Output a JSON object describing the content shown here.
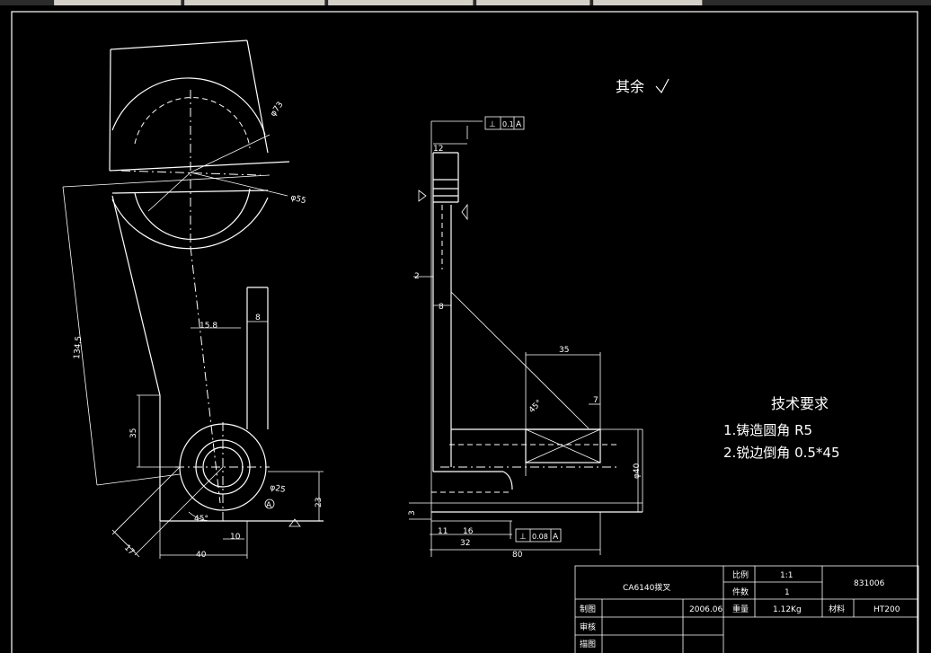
{
  "note_rest": "其余",
  "tech_req": {
    "title": "技术要求",
    "item1": "1.铸造圆角 R5",
    "item2": "2.锐边倒角 0.5*45"
  },
  "tolerance": {
    "top_symbol": "⊥",
    "top_value": "0.1",
    "top_datum": "A",
    "bottom_symbol": "⊥",
    "bottom_value": "0.08",
    "bottom_datum": "A"
  },
  "left_view": {
    "d73": "φ73",
    "d55": "φ55",
    "len_134_5": "134.5",
    "dim_15_8": "15.8",
    "dim_8": "8",
    "dim_35": "35",
    "d25": "φ25",
    "dim_23": "23",
    "dim_40": "40",
    "dim_10": "10",
    "dim_17": "17",
    "angle_45": "45°",
    "datum_A": "A"
  },
  "right_view": {
    "dim_12": "12",
    "dim_2": "2",
    "dim_8": "8",
    "dim_35": "35",
    "dim_7": "7",
    "angle_45": "45°",
    "d40": "φ40",
    "dim_11": "11",
    "dim_16": "16",
    "dim_32": "32",
    "dim_80": "80",
    "dim_3": "3"
  },
  "title_block": {
    "part_name": "CA6140拨叉",
    "scale_label": "比例",
    "scale_value": "1:1",
    "qty_label": "件数",
    "qty_value": "1",
    "drawing_no": "831006",
    "date": "2006.06",
    "weight_label": "重量",
    "weight_value": "1.12Kg",
    "material_label": "材料",
    "material_value": "HT200",
    "designer_label": "制图",
    "checker_label": "审核",
    "approver_label": "描图"
  }
}
